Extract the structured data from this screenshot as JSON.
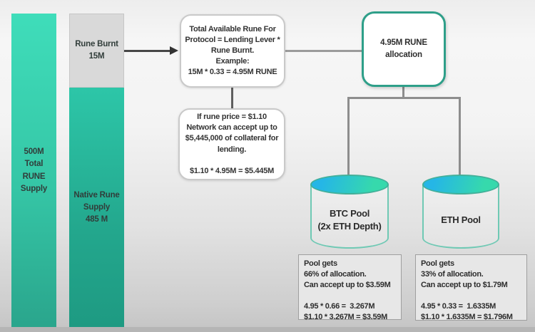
{
  "colors": {
    "teal_bar_top": "#3fddba",
    "teal_bar_bottom": "#2aa58c",
    "native_bar_top": "#2dc6a8",
    "native_bar_bottom": "#1e9a82",
    "burnt_gray": "#d9d9d9",
    "allocation_border_teal": "#2e9f89",
    "cylinder_cyan": "#25b6e6",
    "cylinder_green": "#36d9ac",
    "connector_gray": "#8d8d8d",
    "text_dark": "#2e2e2e"
  },
  "supply_chart": {
    "total_bar_label": "500M\nTotal\nRUNE\nSupply",
    "burnt_label": "Rune Burnt\n15M",
    "native_label": "Native Rune\nSupply\n485 M"
  },
  "formula_box": "Total Available Rune For\nProtocol = Lending Lever *\nRune Burnt.\nExample:\n15M * 0.33 = 4.95M RUNE",
  "price_box": "If rune price = $1.10\nNetwork can accept up to\n$5,445,000 of collateral for\nlending.\n\n$1.10 * 4.95M = $5.445M",
  "allocation_box": "4.95M RUNE\nallocation",
  "pools": {
    "btc": {
      "label": "BTC Pool\n(2x ETH Depth)",
      "details": "Pool gets\n66% of allocation.\nCan accept up to $3.59M\n\n4.95 * 0.66 =  3.267M\n$1.10 * 3.267M = $3.59M"
    },
    "eth": {
      "label": "ETH Pool",
      "details": "Pool gets\n33% of allocation.\nCan accept up to $1.79M\n\n4.95 * 0.33 =  1.6335M\n$1.10 * 1.6335M = $1.796M"
    }
  }
}
